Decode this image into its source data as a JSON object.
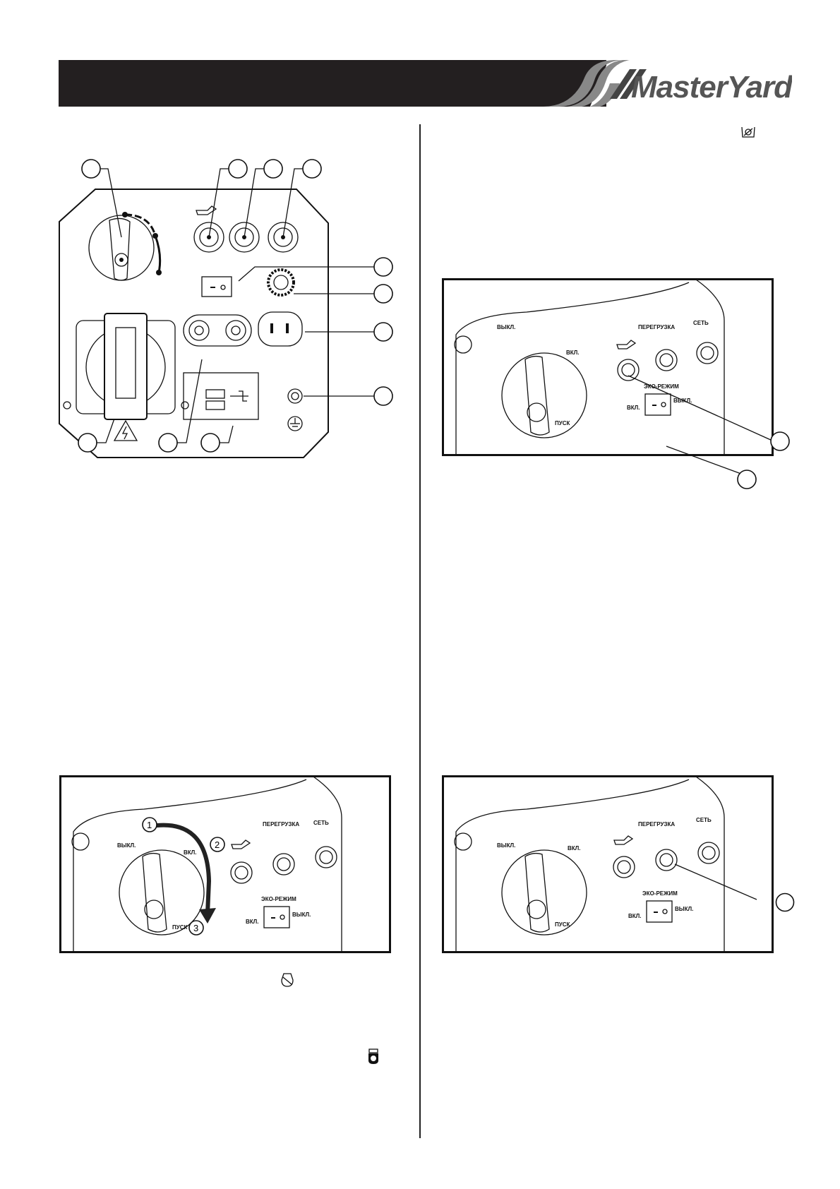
{
  "header": {
    "brand": "MasterYard"
  },
  "panel_labels": {
    "off": "ВЫКЛ.",
    "on": "ВКЛ.",
    "start": "ПУСК",
    "overload": "ПЕРЕГРУЗКА",
    "network": "СЕТЬ",
    "eco_mode": "ЭКО-РЕЖИМ",
    "eco_on": "ВКЛ.",
    "eco_off": "ВЫКЛ."
  },
  "rotation_steps": [
    "1",
    "2",
    "3"
  ],
  "icons": [
    "choke-icon",
    "fuel-on-icon",
    "start-icon",
    "oil-icon",
    "usb-icon",
    "ground-icon",
    "lightning-icon"
  ]
}
